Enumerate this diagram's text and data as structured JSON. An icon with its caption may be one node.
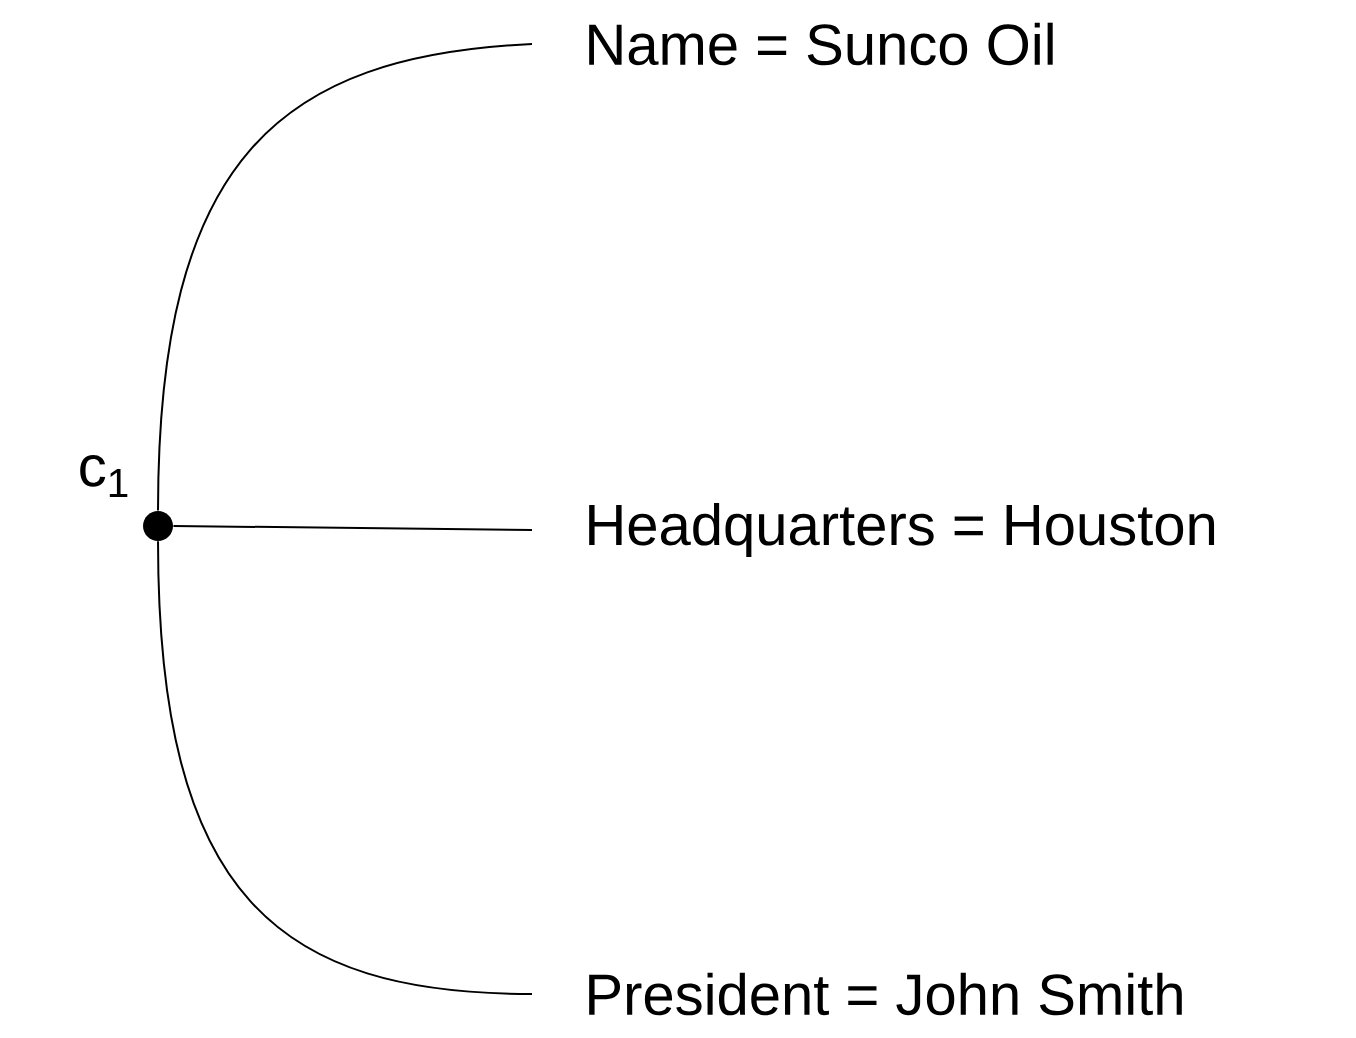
{
  "diagram": {
    "nodes": [
      {
        "text": [],
        "shape": "circle",
        "beside": [
          "c$_{1}$"
        ]
      },
      {
        "text": [
          "Name = Sunco Oil"
        ]
      },
      {
        "text": [
          "Headquarters = Houston"
        ]
      },
      {
        "text": [
          "President = John Smith"
        ]
      }
    ],
    "edges": [
      {
        "from": 0,
        "to": 1,
        "arrow": "none"
      },
      {
        "from": 0,
        "to": 2,
        "arrow": "none"
      },
      {
        "from": 0,
        "to": 3,
        "arrow": "none"
      }
    ]
  }
}
